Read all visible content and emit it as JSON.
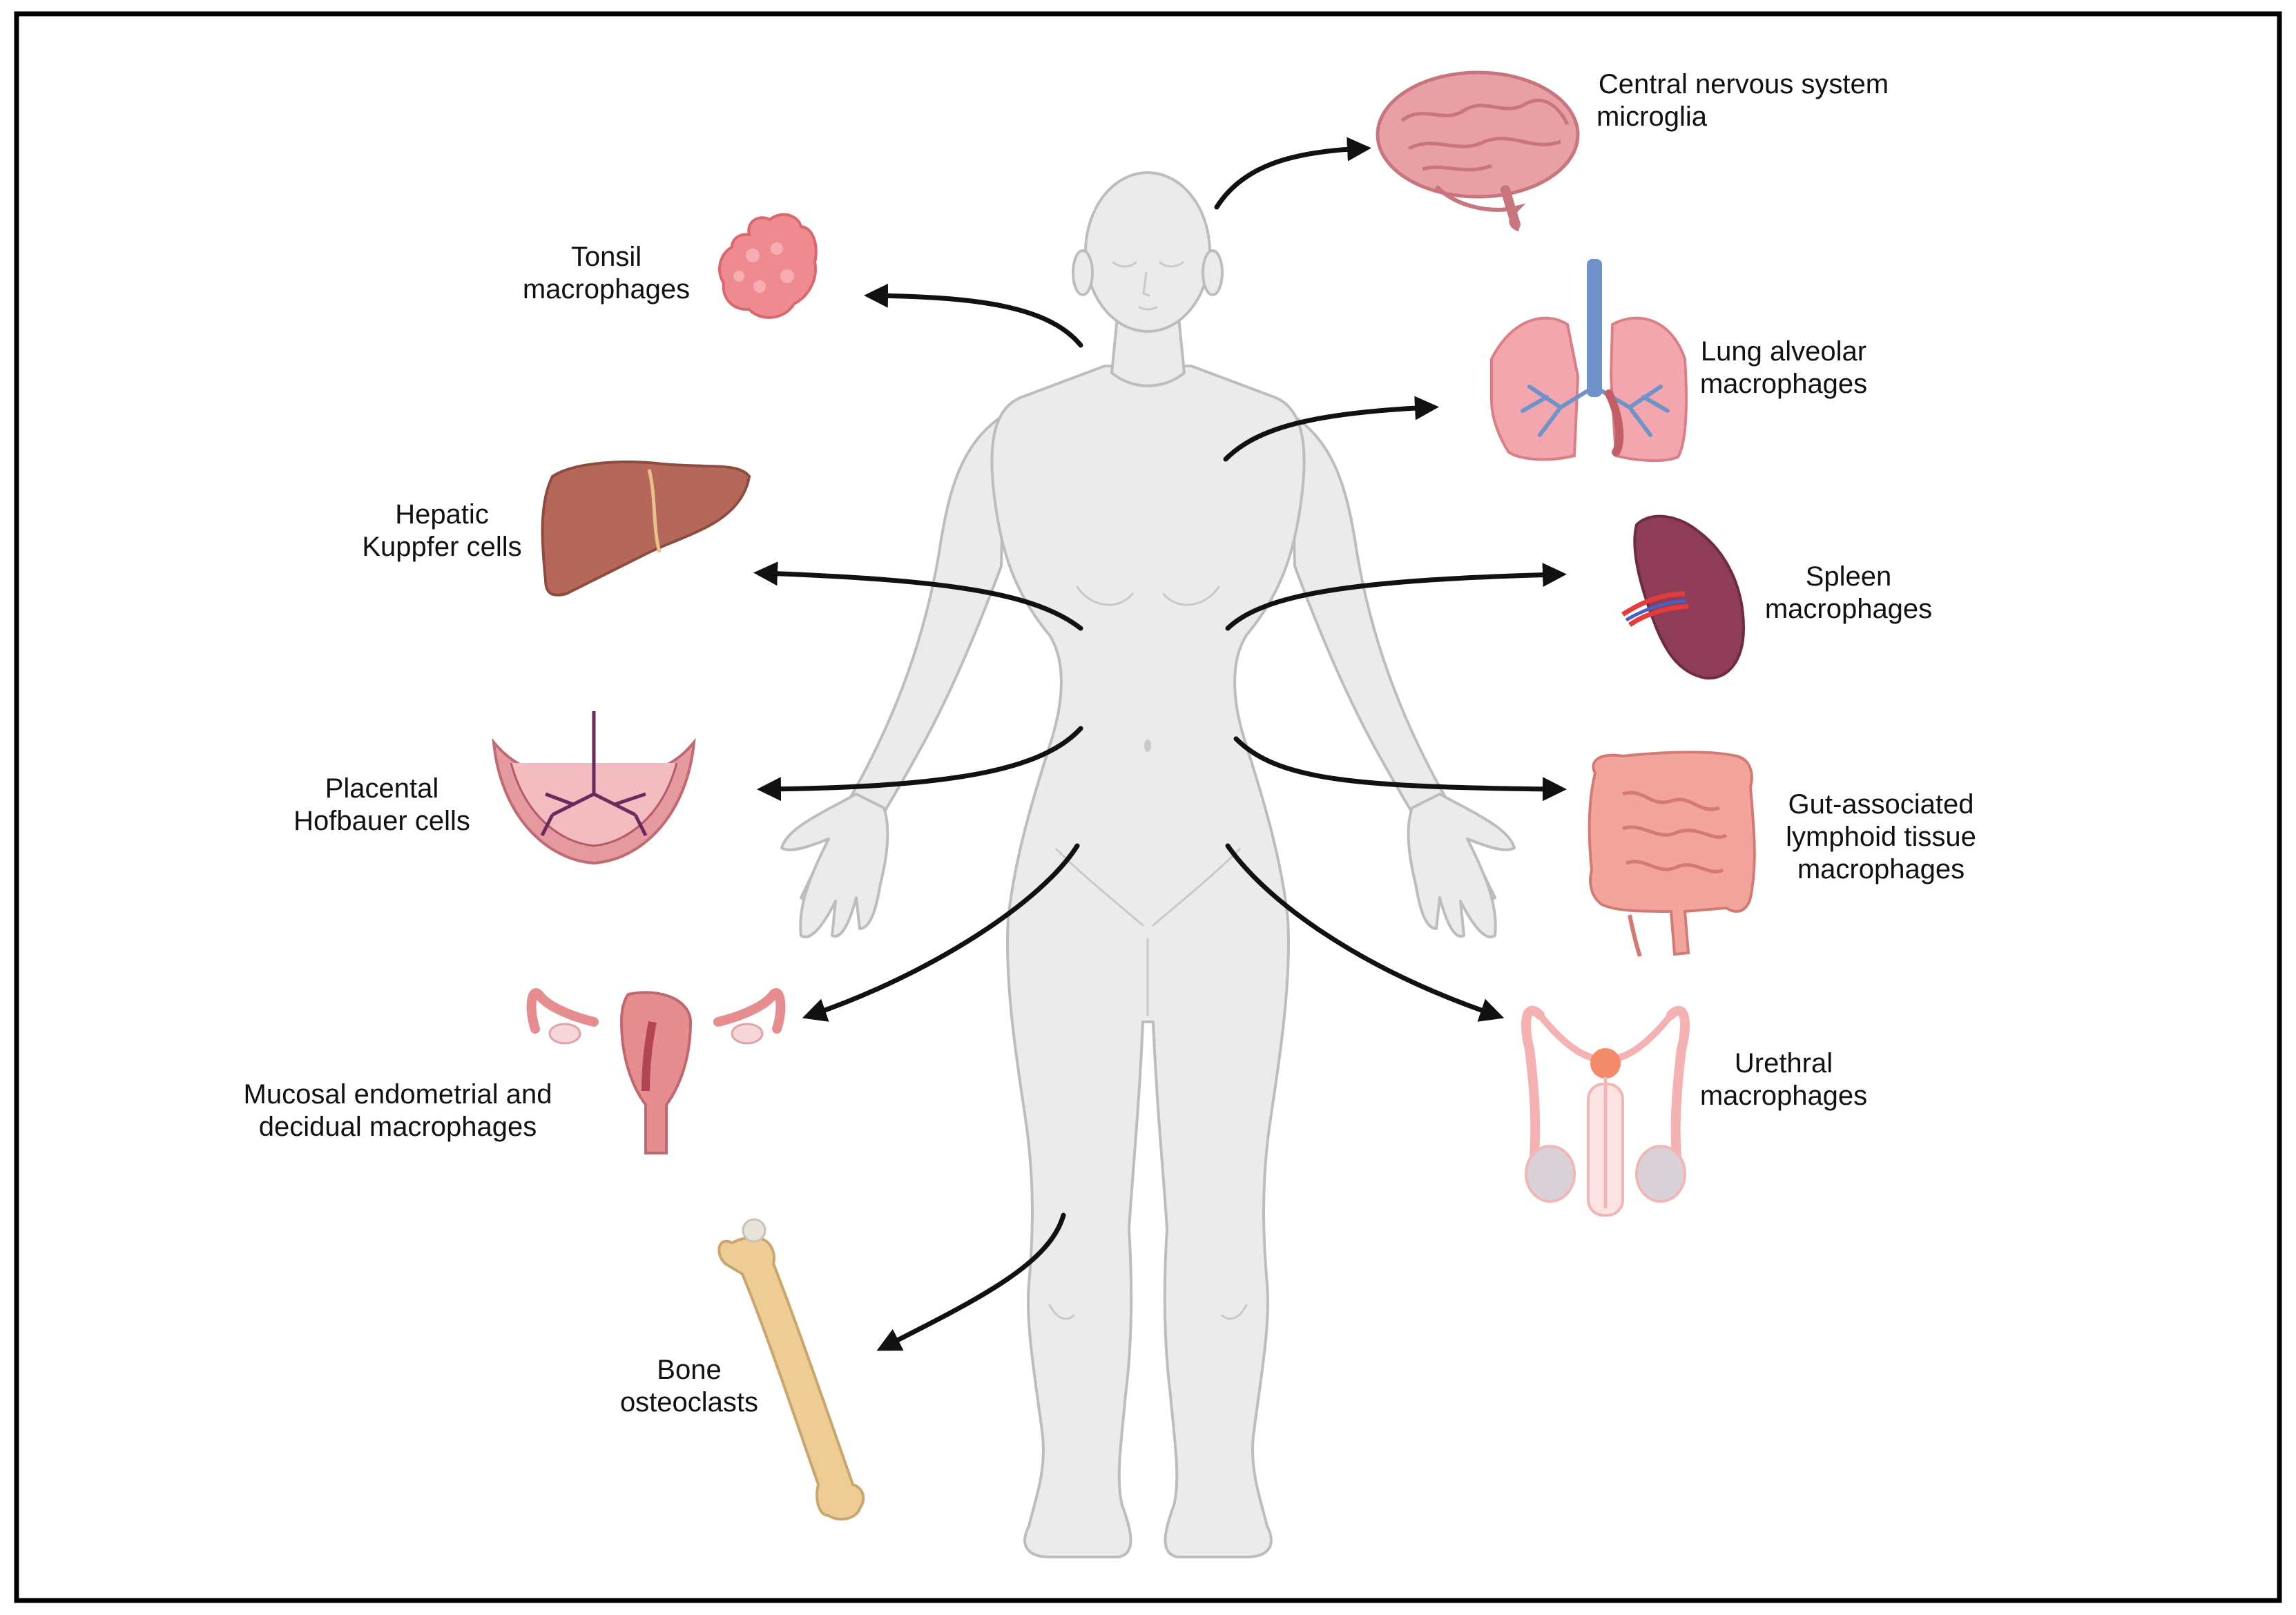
{
  "colors": {
    "frame": "#000000",
    "arrow": "#111111",
    "body_fill": "#ebebeb",
    "body_stroke": "#bdbdbd",
    "brain": "#e8a0a6",
    "tonsil": "#ef8a90",
    "lung": "#f3a6ad",
    "trachea": "#6f93c9",
    "liver": "#b5685a",
    "spleen": "#8e3c57",
    "placenta": "#e59aa0",
    "gut": "#f3a49d",
    "uterus": "#e68d90",
    "urethral": "#f5b2b2",
    "bone": "#edcc96"
  },
  "labels": {
    "cns": [
      "Central nervous system",
      "microglia"
    ],
    "tonsil": [
      "Tonsil",
      "macrophages"
    ],
    "lung": [
      "Lung alveolar",
      "macrophages"
    ],
    "liver": [
      "Hepatic",
      "Kuppfer cells"
    ],
    "spleen": [
      "Spleen",
      "macrophages"
    ],
    "placenta": [
      "Placental",
      "Hofbauer cells"
    ],
    "gut": [
      "Gut-associated",
      "lymphoid tissue",
      "macrophages"
    ],
    "uterus": [
      "Mucosal endometrial and",
      "decidual macrophages"
    ],
    "urethral": [
      "Urethral",
      "macrophages"
    ],
    "bone": [
      "Bone",
      "osteoclasts"
    ]
  }
}
